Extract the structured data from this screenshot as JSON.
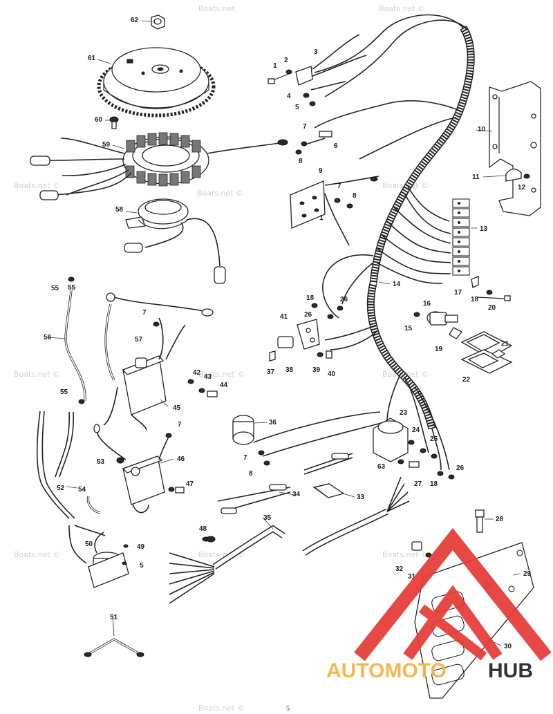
{
  "diagram": {
    "callouts": [
      "1",
      "2",
      "3",
      "4",
      "5",
      "6",
      "7",
      "8",
      "9",
      "10",
      "11",
      "12",
      "13",
      "14",
      "15",
      "16",
      "17",
      "18",
      "19",
      "20",
      "21",
      "22",
      "23",
      "24",
      "25",
      "26",
      "27",
      "28",
      "29",
      "30",
      "31",
      "32",
      "33",
      "34",
      "35",
      "36",
      "37",
      "38",
      "39",
      "40",
      "41",
      "42",
      "43",
      "44",
      "45",
      "46",
      "47",
      "48",
      "49",
      "50",
      "51",
      "52",
      "53",
      "54",
      "55",
      "56",
      "57",
      "58",
      "59",
      "60",
      "61",
      "62",
      "63"
    ],
    "watermarks": [
      "Boats.net",
      "Boats.net ©",
      "Boats.net ©",
      "Boats.net ©",
      "Boats.net ©",
      "Boats.net ©",
      "Boats.net ©",
      "Boats.net ©",
      "Boats.net ©",
      "Boats.net ©",
      "Boats.net ©",
      "Boats.net ©"
    ],
    "footer_mark": "5"
  },
  "logo": {
    "word_a": "AUTOMOTO",
    "word_b": "HUB",
    "color_primary": "#e53935",
    "color_accent": "#f3b340",
    "color_dark": "#222222"
  }
}
